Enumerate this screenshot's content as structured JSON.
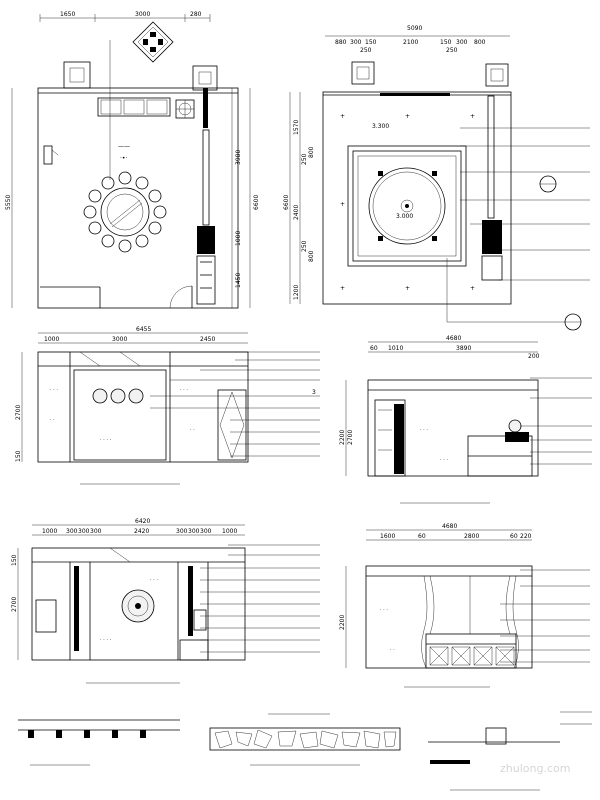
{
  "plan_left": {
    "dims_top": [
      "1650",
      "3000",
      "280"
    ],
    "dims_right": [
      "3980",
      "1000",
      "1450"
    ],
    "dim_overall": "6600",
    "dim_left": "5550"
  },
  "plan_right": {
    "dims_top_total": "5090",
    "dims_top": [
      "880",
      "300",
      "150",
      "2100",
      "150",
      "300",
      "800"
    ],
    "dims_top_sub": [
      "250",
      "250"
    ],
    "dims_left": [
      "1570",
      "2400",
      "1200"
    ],
    "dims_left_small": [
      "250",
      "800",
      "250",
      "800"
    ],
    "dim_overall": "6600",
    "ceiling_tags": [
      "3.300",
      "3.000"
    ]
  },
  "elev_a": {
    "dims_top": [
      "1000",
      "3000",
      "2450"
    ],
    "dim_total": "6455",
    "dims_left": [
      "2700",
      "150"
    ],
    "dim_mark": "3"
  },
  "elev_b": {
    "dims_top": [
      "60",
      "1010",
      "3890"
    ],
    "dim_total": "4680",
    "dim_mark": "200",
    "dims_left": [
      "2200",
      "2700"
    ]
  },
  "elev_c": {
    "dims_top": [
      "1000",
      "300",
      "300",
      "300",
      "2420",
      "300",
      "300",
      "300",
      "1000"
    ],
    "dim_total": "6420",
    "dims_left": [
      "2700",
      "150"
    ]
  },
  "elev_d": {
    "dims_top": [
      "1600",
      "60",
      "2800",
      "60",
      "220"
    ],
    "dim_total": "4680",
    "dims_left": [
      "2200"
    ]
  },
  "watermark": "zhulong.com"
}
